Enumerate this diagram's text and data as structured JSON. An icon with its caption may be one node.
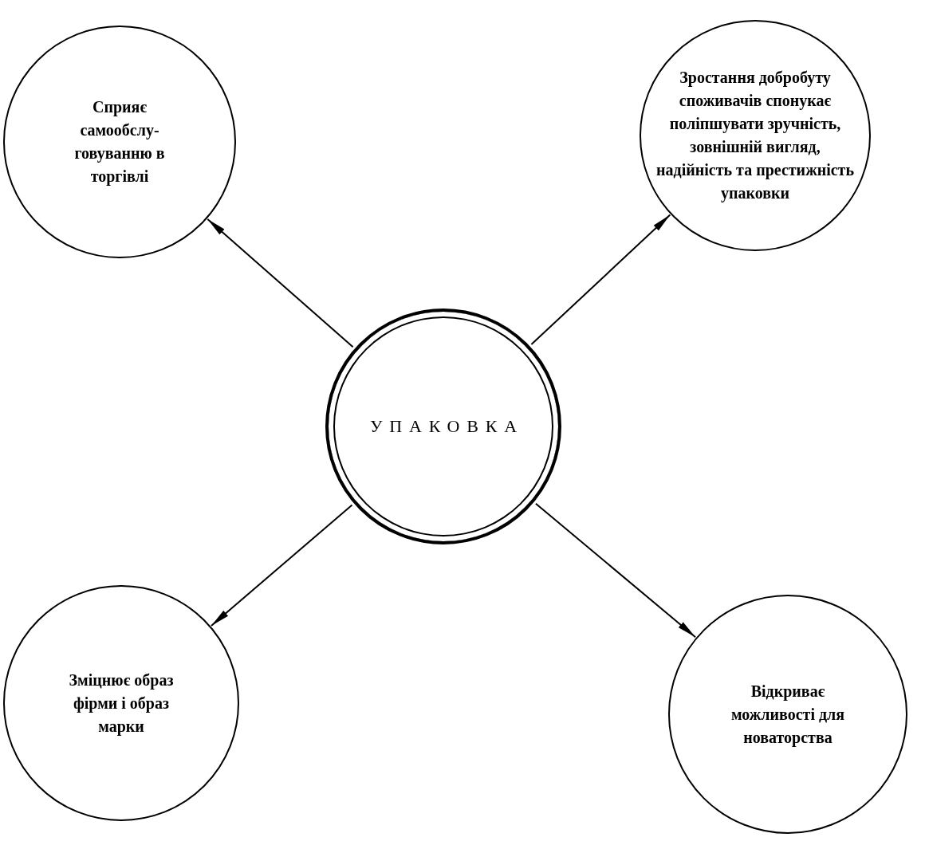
{
  "diagram": {
    "nodes": [
      {
        "text": [
          "Сприяє самообслу- говуванню в торгівлі"
        ]
      },
      {
        "text": [
          "Зростання добробуту споживачів спонукає поліпшувати зручність, зовнішній вигляд, надійність та престижність упаковки"
        ]
      },
      {
        "text": [
          "УПАКОВКА"
        ]
      },
      {
        "text": [
          "Зміцнює образ фірми і образ марки"
        ]
      },
      {
        "text": [
          "Відкриває можливості для новаторства"
        ]
      }
    ],
    "edges": [
      {
        "from": 2,
        "to": 0,
        "arrow": "to"
      },
      {
        "from": 2,
        "to": 1,
        "arrow": "to"
      },
      {
        "from": 2,
        "to": 3,
        "arrow": "to"
      },
      {
        "from": 2,
        "to": 4,
        "arrow": "to"
      }
    ]
  }
}
